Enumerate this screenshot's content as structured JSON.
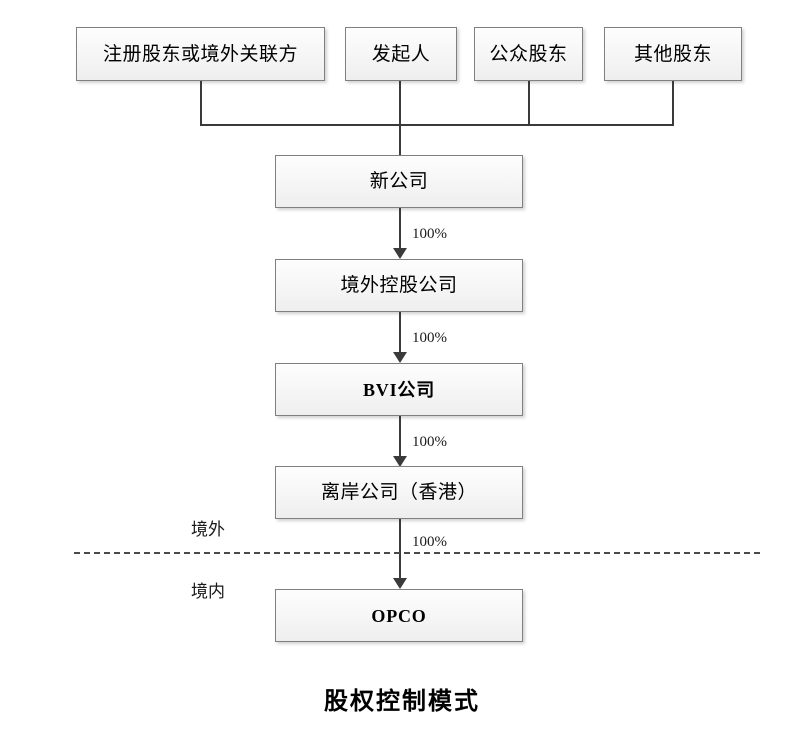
{
  "diagram": {
    "caption": "股权控制模式",
    "shareholders": [
      {
        "label": "注册股东或境外关联方"
      },
      {
        "label": "发起人"
      },
      {
        "label": "公众股东"
      },
      {
        "label": "其他股东"
      }
    ],
    "chain": [
      {
        "label": "新公司",
        "script": "han"
      },
      {
        "label": "境外控股公司",
        "script": "han"
      },
      {
        "label": "BVI公司",
        "script": "mixed"
      },
      {
        "label": "离岸公司（香港）",
        "script": "han"
      },
      {
        "label": "OPCO",
        "script": "latin"
      }
    ],
    "ownership_labels": [
      "100%",
      "100%",
      "100%",
      "100%"
    ],
    "zones": {
      "offshore": "境外",
      "onshore": "境内"
    },
    "colors": {
      "line": "#3a3a3a",
      "box_border": "#808080",
      "box_fill": "#f5f5f5",
      "divider": "#4a4a4a"
    }
  }
}
